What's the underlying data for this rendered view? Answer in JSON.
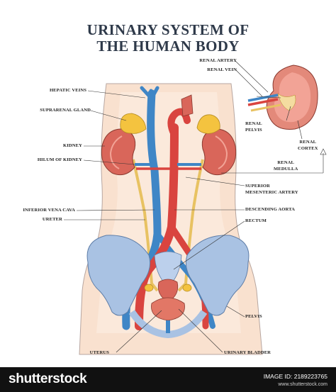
{
  "title_line1": "URINARY SYSTEM OF",
  "title_line2": "THE HUMAN BODY",
  "labels": {
    "hepatic_veins": "HEPATIC VEINS",
    "suprarenal_gland": "SUPRARENAL GLAND",
    "kidney": "KIDNEY",
    "hilum_of_kidney": "HILUM OF KIDNEY",
    "inferior_vena_cava": "INFERIOR VENA CAVA",
    "ureter": "URETER",
    "renal_artery": "RENAL ARTERY",
    "renal_vein": "RENAL VEIN",
    "renal_pelvis": "RENAL\nPELVIS",
    "renal_medulla": "RENAL\nMEDULLA",
    "renal_cortex": "RENAL\nCORTEX",
    "superior_mesenteric_artery": "SUPERIOR\nMESENTERIC ARTERY",
    "descending_aorta": "DESCENDING AORTA",
    "rectum": "RECTUM",
    "pelvis": "PELVIS",
    "uterus": "UTERUS",
    "urinary_bladder": "URINARY BLADDER"
  },
  "footer": {
    "logo": "shutterstock",
    "image_id": "IMAGE ID: 2189223765",
    "site": "www.shutterstock.com"
  },
  "colors": {
    "skin": "#f9e1cf",
    "kidney": "#d9665a",
    "artery": "#d9443f",
    "vein": "#3f86c6",
    "ureter": "#f2d37a",
    "pelvis_bone": "#a9c2e3",
    "gland": "#f4c33f"
  }
}
